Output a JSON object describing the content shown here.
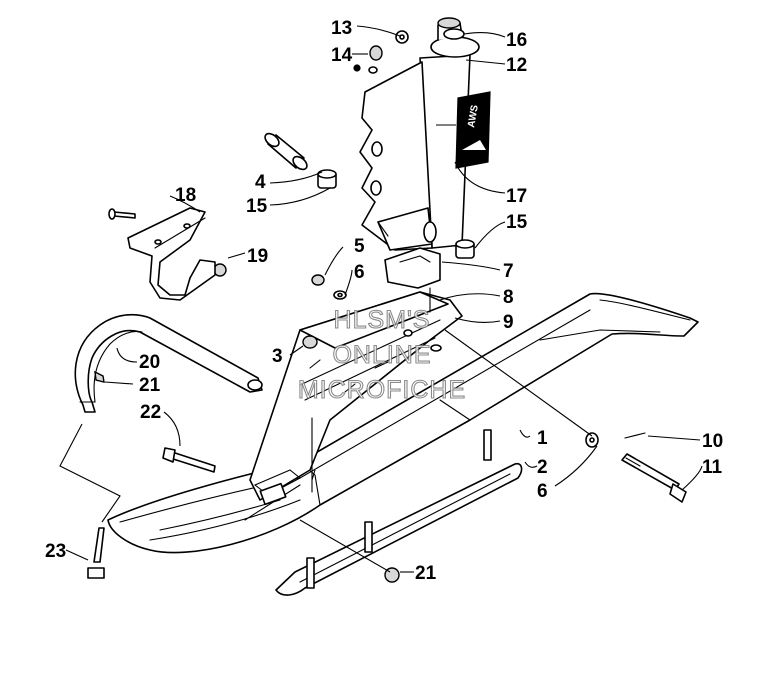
{
  "watermark": {
    "line1": "HLSM'S",
    "line2": "ONLINE",
    "line3": "MICROFICHE"
  },
  "decal_text": "AWS",
  "callouts": [
    {
      "id": "c13",
      "label": "13"
    },
    {
      "id": "c16",
      "label": "16"
    },
    {
      "id": "c14",
      "label": "14"
    },
    {
      "id": "c12",
      "label": "12"
    },
    {
      "id": "c4",
      "label": "4"
    },
    {
      "id": "c15a",
      "label": "15"
    },
    {
      "id": "c17",
      "label": "17"
    },
    {
      "id": "c18",
      "label": "18"
    },
    {
      "id": "c15b",
      "label": "15"
    },
    {
      "id": "c19",
      "label": "19"
    },
    {
      "id": "c5",
      "label": "5"
    },
    {
      "id": "c6a",
      "label": "6"
    },
    {
      "id": "c7",
      "label": "7"
    },
    {
      "id": "c8",
      "label": "8"
    },
    {
      "id": "c9",
      "label": "9"
    },
    {
      "id": "c3",
      "label": "3"
    },
    {
      "id": "c20",
      "label": "20"
    },
    {
      "id": "c21a",
      "label": "21"
    },
    {
      "id": "c22",
      "label": "22"
    },
    {
      "id": "c1",
      "label": "1"
    },
    {
      "id": "c10",
      "label": "10"
    },
    {
      "id": "c2",
      "label": "2"
    },
    {
      "id": "c11",
      "label": "11"
    },
    {
      "id": "c6b",
      "label": "6"
    },
    {
      "id": "c23",
      "label": "23"
    },
    {
      "id": "c21b",
      "label": "21"
    }
  ]
}
